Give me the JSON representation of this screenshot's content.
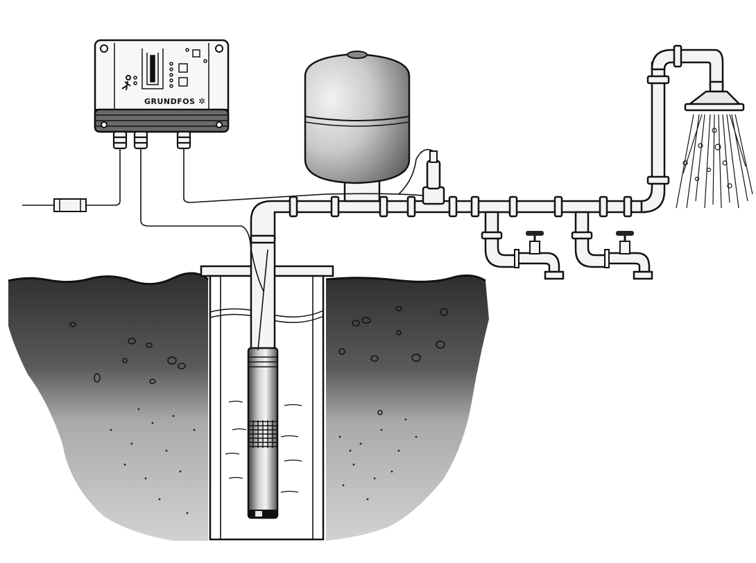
{
  "control_box": {
    "brand": "GRUNDFOS"
  },
  "colors": {
    "line": "#111111",
    "pipe_fill": "#f4f4f4",
    "tank_shade_dark": "#6a6a6a",
    "tank_shade_light": "#e6e6e6",
    "soil_dark": "#3a3a3a",
    "soil_light": "#bfbfbf",
    "background": "#ffffff"
  },
  "icons": [
    "control-box",
    "pressure-tank",
    "pressure-switch",
    "faucet",
    "shower-head",
    "submersible-pump",
    "fuse"
  ]
}
